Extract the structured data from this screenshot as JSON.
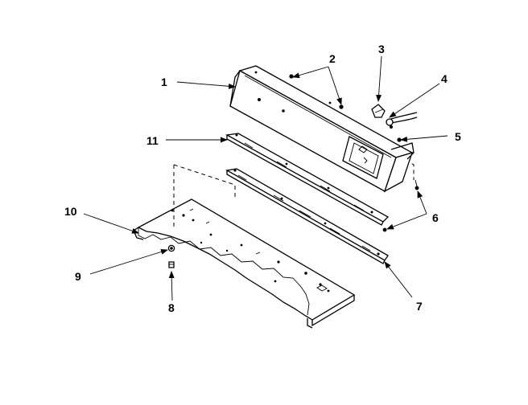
{
  "callouts": [
    {
      "id": "callout-1",
      "text": "1"
    },
    {
      "id": "callout-2",
      "text": "2"
    },
    {
      "id": "callout-3",
      "text": "3"
    },
    {
      "id": "callout-4",
      "text": "4"
    },
    {
      "id": "callout-5",
      "text": "5"
    },
    {
      "id": "callout-6",
      "text": "6"
    },
    {
      "id": "callout-7",
      "text": "7"
    },
    {
      "id": "callout-8",
      "text": "8"
    },
    {
      "id": "callout-9",
      "text": "9"
    },
    {
      "id": "callout-10",
      "text": "10"
    },
    {
      "id": "callout-11",
      "text": "11"
    }
  ]
}
